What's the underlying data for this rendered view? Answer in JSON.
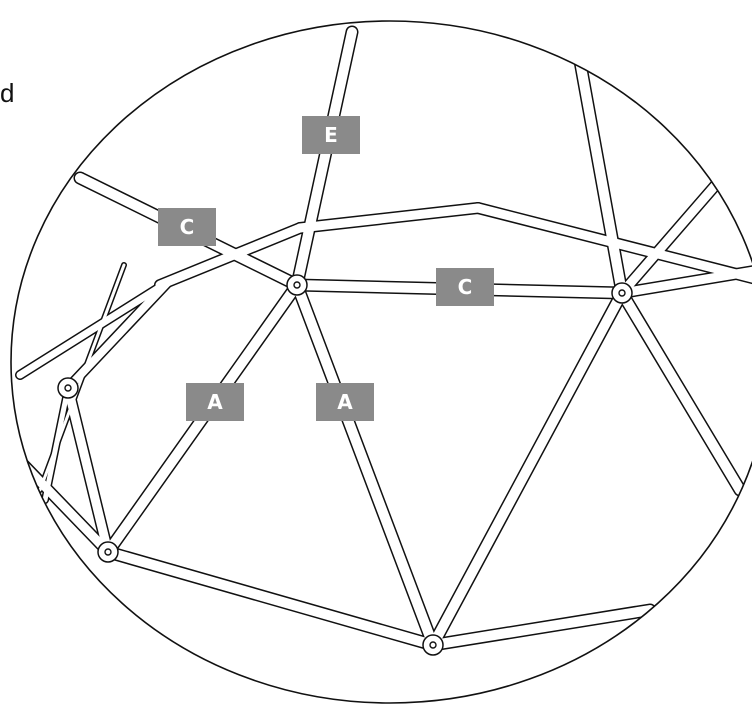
{
  "edge_text": "d",
  "labels": {
    "e": "E",
    "c_left": "C",
    "c_right": "C",
    "a_left": "A",
    "a_right": "A"
  },
  "colors": {
    "line": "#111111",
    "strut_fill": "#ffffff",
    "label_bg": "#8a8a8a",
    "label_text": "#ffffff"
  }
}
